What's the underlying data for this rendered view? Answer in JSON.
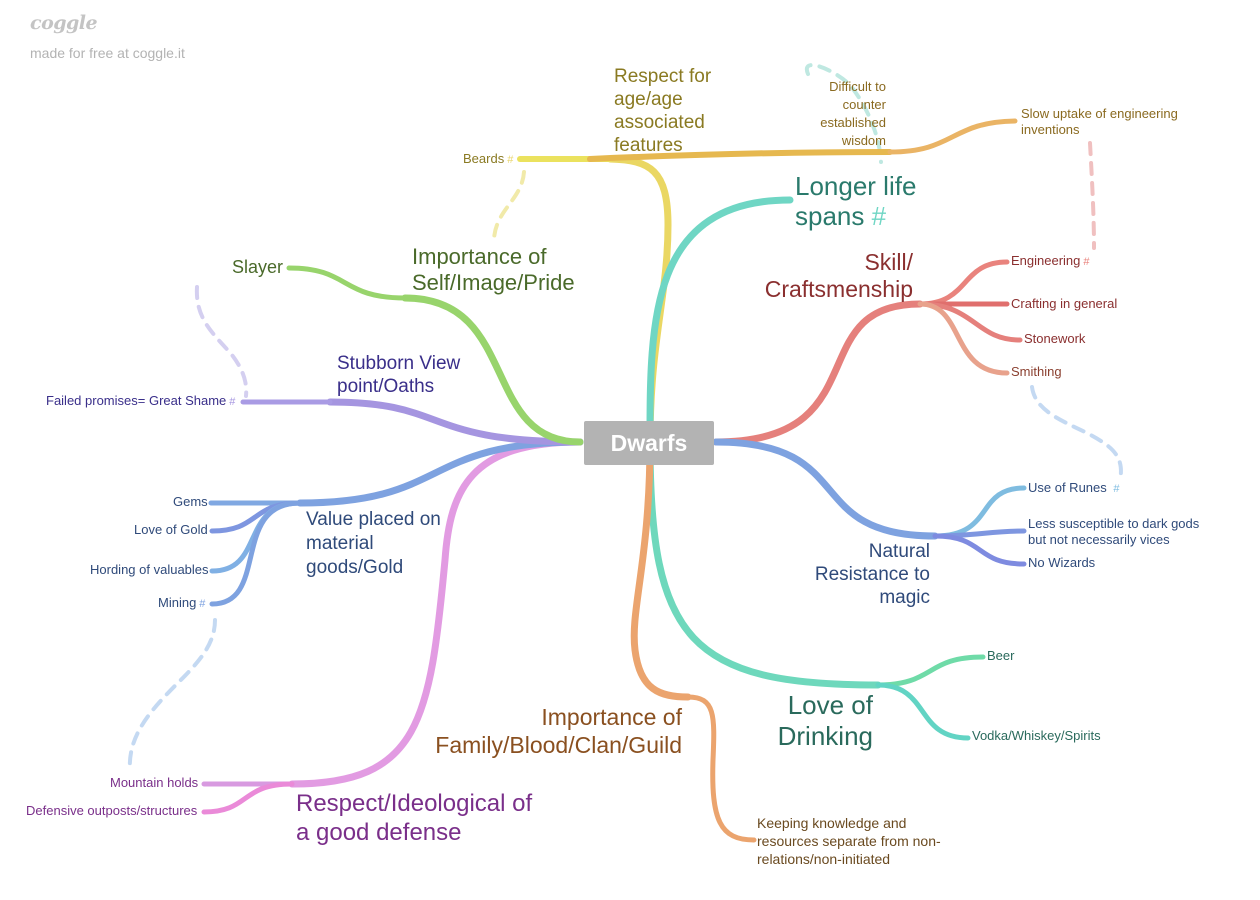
{
  "branding": {
    "logo": "coggle",
    "tagline": "made for free at coggle.it"
  },
  "root": {
    "label": "Dwarfs"
  },
  "hash_symbol": "#",
  "colors": {
    "yellow": "#ead763",
    "mustard": "#e6b84f",
    "teal": "#6fd6c4",
    "red": "#e5807c",
    "salmon": "#e8a28c",
    "blue": "#7ea2e0",
    "purple": "#a595e0",
    "green": "#98d46c",
    "pink": "#e29be2",
    "orange": "#eba46e",
    "drink": "#6ed8bc"
  },
  "branches": {
    "respect_age": {
      "label": "Respect for age/age associated features",
      "label_lines": [
        "Respect for",
        "age/age",
        "associated",
        "features"
      ],
      "children": {
        "beards": "Beards",
        "difficult": [
          "Difficult to",
          "counter",
          "established",
          "wisdom"
        ],
        "slow": [
          "Slow uptake of engineering",
          "inventions"
        ]
      }
    },
    "longer_life": {
      "label_lines": [
        "Longer life",
        "spans"
      ]
    },
    "skill": {
      "label_lines": [
        "Skill/",
        "Craftsmenship"
      ],
      "children": {
        "engineering": "Engineering",
        "crafting": "Crafting in general",
        "stonework": "Stonework",
        "smithing": "Smithing"
      }
    },
    "natural_resistance": {
      "label_lines": [
        "Natural",
        "Resistance to",
        "magic"
      ],
      "children": {
        "runes": "Use of Runes",
        "dark_gods": [
          "Less susceptible to dark gods",
          "but not necessarily vices"
        ],
        "wizards": "No Wizards"
      }
    },
    "love_drinking": {
      "label_lines": [
        "Love of",
        "Drinking"
      ],
      "children": {
        "beer": "Beer",
        "spirits": "Vodka/Whiskey/Spirits"
      }
    },
    "family": {
      "label_lines": [
        "Importance of",
        "Family/Blood/Clan/Guild"
      ],
      "children": {
        "knowledge": [
          "Keeping knowledge and",
          "resources separate from non-",
          "relations/non-initiated"
        ]
      }
    },
    "defense": {
      "label_lines": [
        "Respect/Ideological of",
        "a good defense"
      ],
      "children": {
        "mountain": "Mountain holds",
        "outposts": "Defensive outposts/structures"
      }
    },
    "value_gold": {
      "label_lines": [
        "Value placed on",
        "material",
        "goods/Gold"
      ],
      "children": {
        "gems": "Gems",
        "love_gold": "Love of Gold",
        "hording": "Hording of valuables",
        "mining": "Mining"
      }
    },
    "stubborn": {
      "label_lines": [
        "Stubborn View",
        "point/Oaths"
      ],
      "children": {
        "failed": "Failed promises= Great Shame"
      }
    },
    "pride": {
      "label_lines": [
        "Importance of",
        "Self/Image/Pride"
      ],
      "children": {
        "slayer": "Slayer"
      }
    }
  }
}
